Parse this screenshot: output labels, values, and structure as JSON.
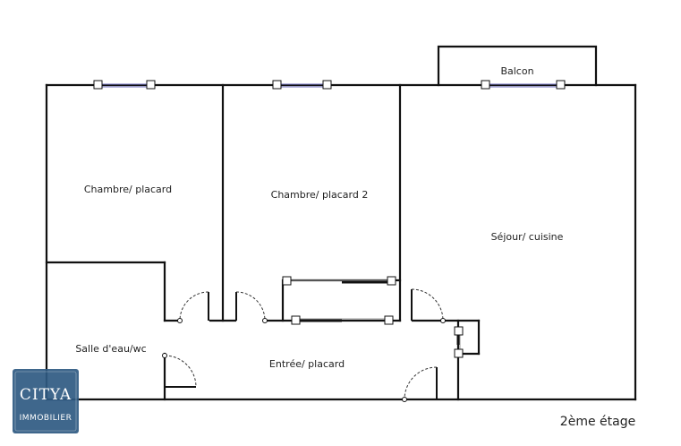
{
  "rooms": {
    "balcon": "Balcon",
    "chambre1": "Chambre/ placard",
    "chambre2": "Chambre/ placard 2",
    "sejour": "Séjour/ cuisine",
    "salle": "Salle d'eau/wc",
    "entree": "Entrée/ placard"
  },
  "floor": "2ème étage",
  "logo": {
    "line1": "CITYA",
    "line2": "IMMOBILIER",
    "bg_color": "#2f5a82"
  },
  "colors": {
    "wall": "#111111",
    "window_glass": "#6f6fc0"
  }
}
